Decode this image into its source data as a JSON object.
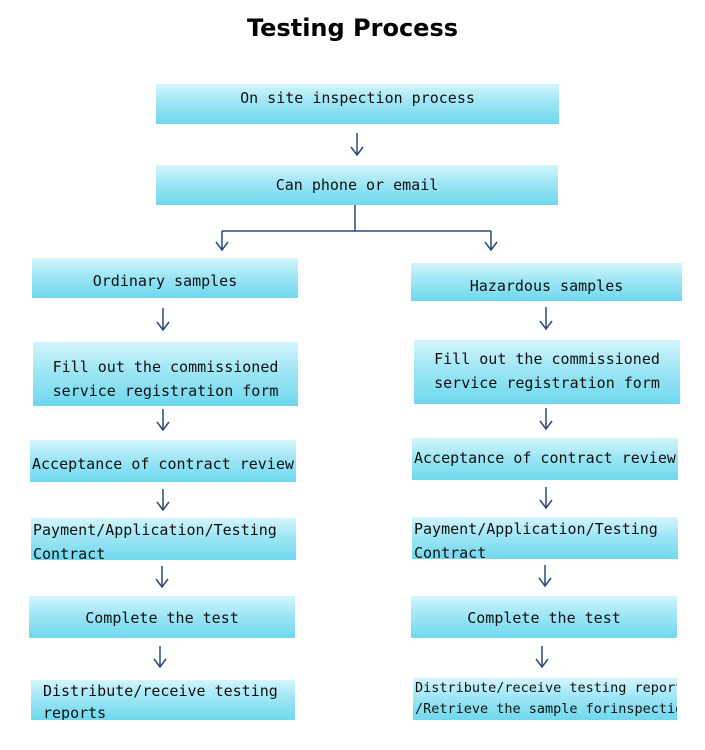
{
  "title": "Testing Process",
  "top": {
    "inspection": "On site inspection process",
    "contact": "Can phone or email"
  },
  "branches": {
    "ordinary": {
      "label": "Ordinary samples",
      "steps": [
        "Fill out the commissioned\nservice registration form",
        "Acceptance of contract review",
        "Payment/Application/Testing\nContract",
        "Complete the test",
        "Distribute/receive testing\nreports"
      ]
    },
    "hazardous": {
      "label": "Hazardous samples",
      "steps": [
        "Fill out the commissioned\nservice registration form",
        "Acceptance of contract review",
        "Payment/Application/Testing\nContract",
        "Complete the test",
        "Distribute/receive testing reports\n/Retrieve the sample forinspection"
      ]
    }
  },
  "colors": {
    "box_top": "#d4f5fc",
    "box_bottom": "#6fd8ee",
    "arrow": "#2b4a7a"
  }
}
